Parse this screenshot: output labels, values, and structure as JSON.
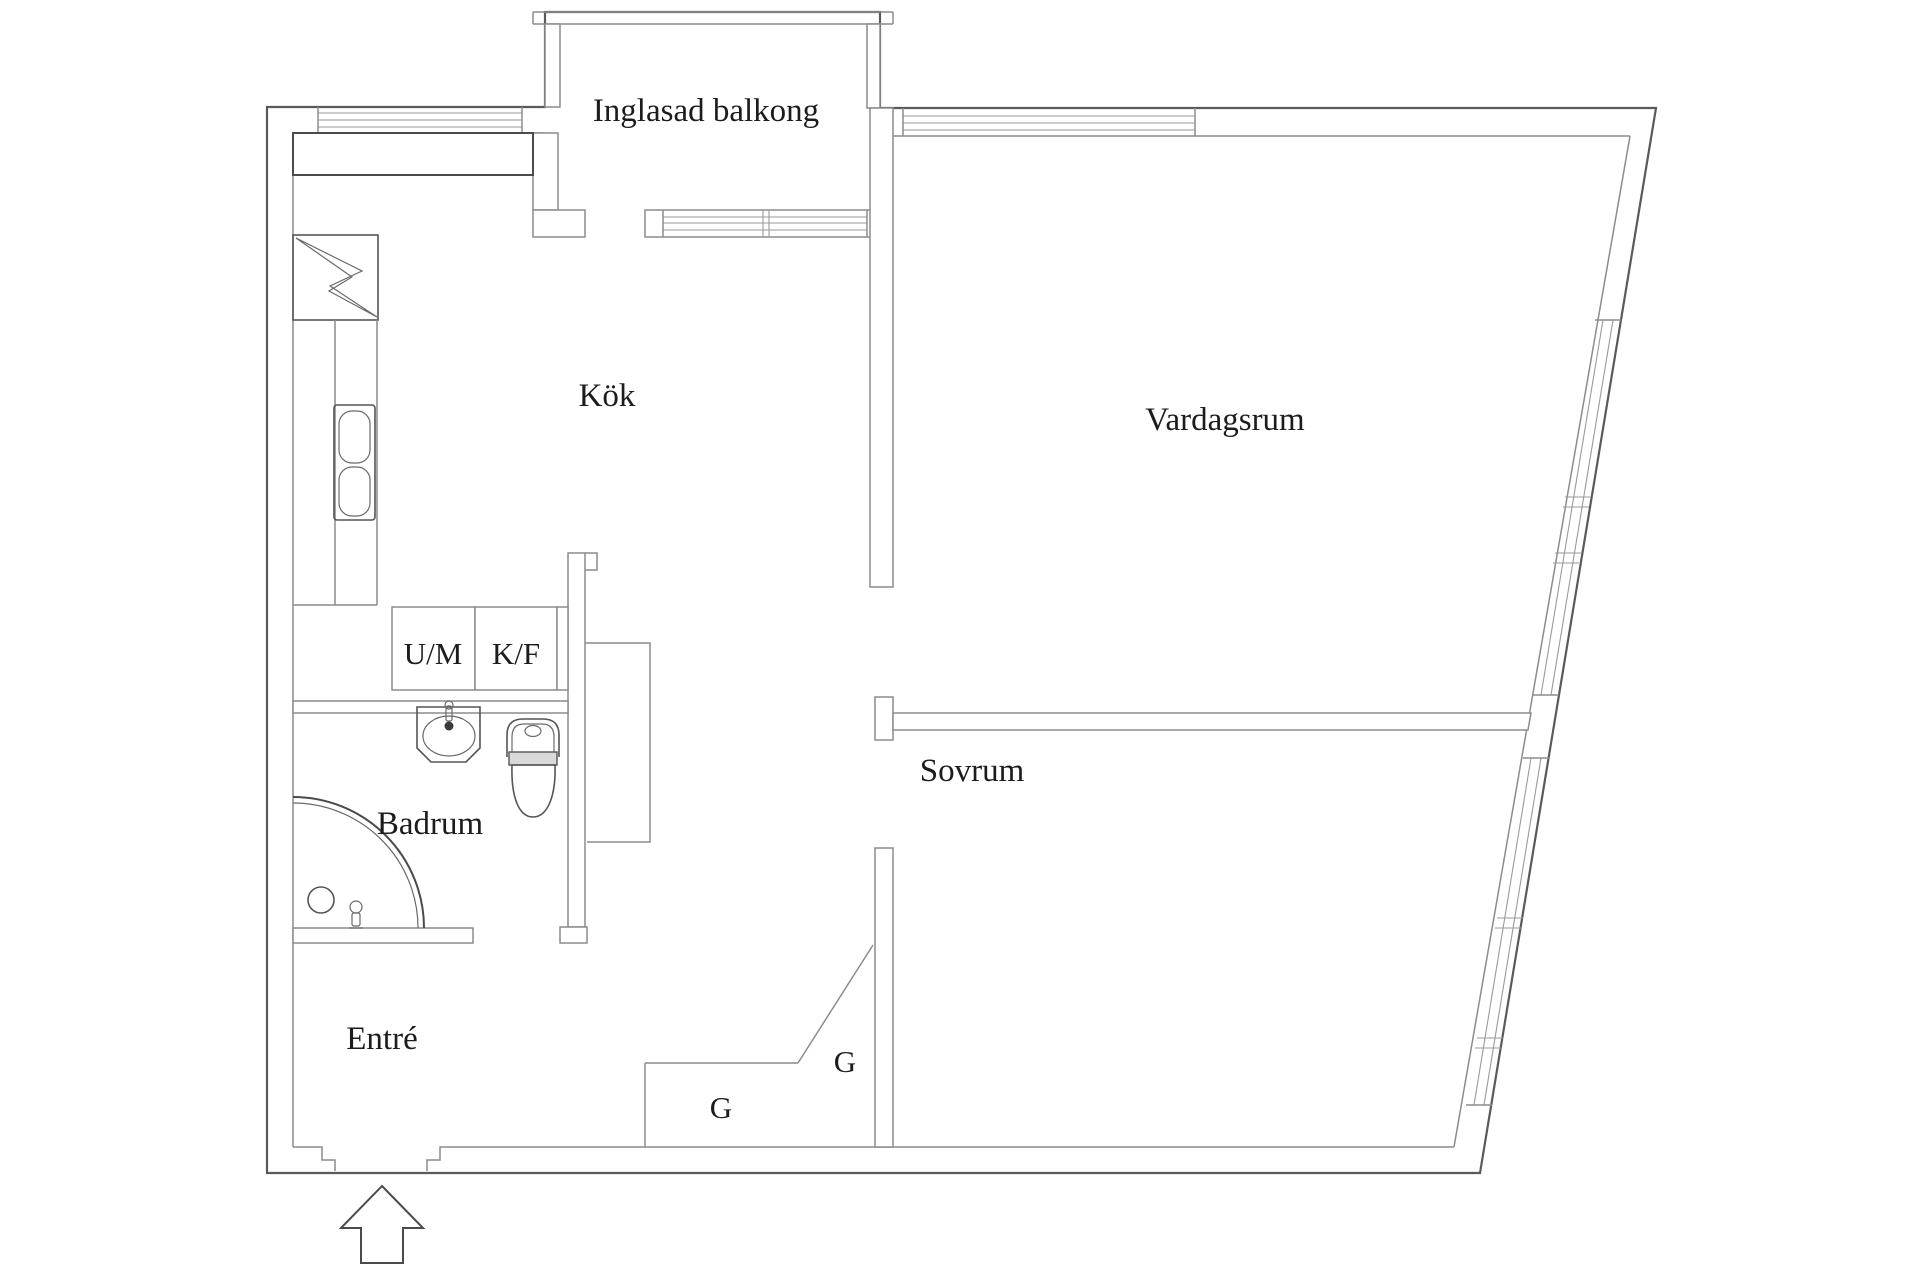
{
  "plan": {
    "type": "apartment-floor-plan",
    "rooms": {
      "balcony": "Inglasad balkong",
      "kitchen": "Kök",
      "living_room": "Vardagsrum",
      "bedroom": "Sovrum",
      "bathroom": "Badrum",
      "entry": "Entré"
    },
    "fixtures": {
      "washing_machine": "U/M",
      "fridge_freezer": "K/F",
      "wardrobe_right": "G",
      "wardrobe_bottom": "G"
    },
    "colors": {
      "background": "#ffffff",
      "outer_wall": "#5a5a5a",
      "inner_wall": "#8c8c8c",
      "fixture_dark": "#4b4b4b",
      "label_text": "#1c1c1c"
    }
  }
}
